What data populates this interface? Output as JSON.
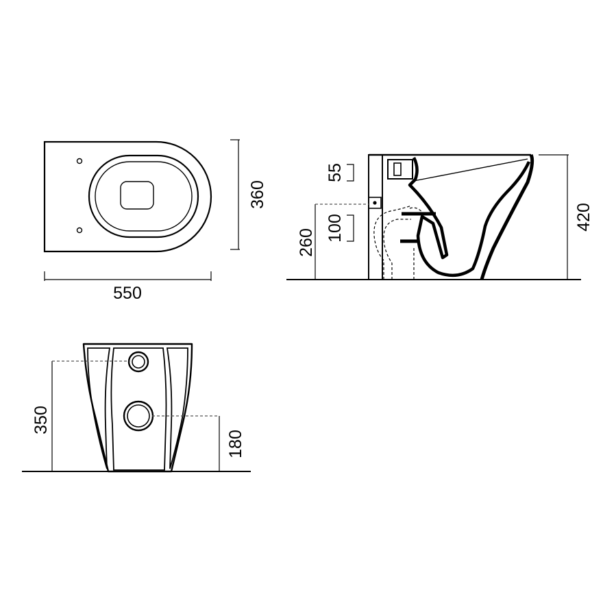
{
  "colors": {
    "line": "#000000",
    "guide": "#555555",
    "background": "#ffffff"
  },
  "plan_view": {
    "width_label": "550",
    "depth_label": "360"
  },
  "side_view": {
    "height_label": "420",
    "inlet_height_label": "260",
    "top_offset_label": "55",
    "outlet_gap_label": "100"
  },
  "rear_view": {
    "upper_label": "350",
    "lower_label": "180"
  }
}
